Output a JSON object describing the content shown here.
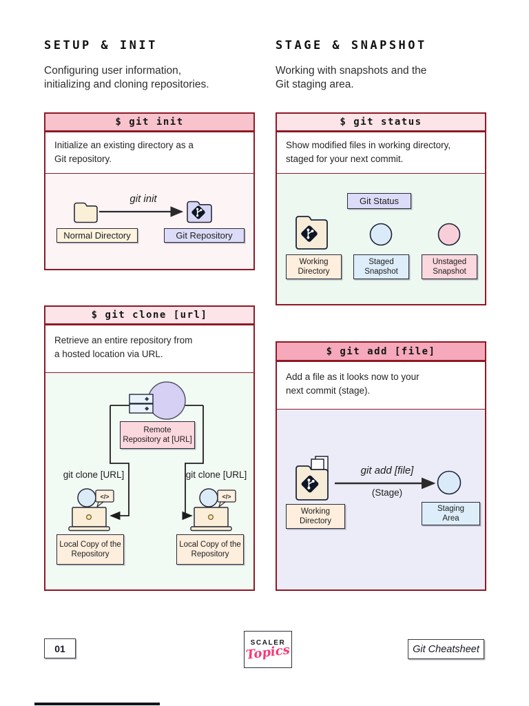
{
  "sections": {
    "setup": {
      "title": "SETUP & INIT",
      "desc1": "Configuring user information,",
      "desc2": "initializing and cloning repositories."
    },
    "stage": {
      "title": "STAGE & SNAPSHOT",
      "desc1": "Working with snapshots and the",
      "desc2": "Git staging area."
    }
  },
  "cards": {
    "init": {
      "command": "$ git init",
      "desc1": "Initialize an existing directory as a",
      "desc2": "Git repository.",
      "arrow_label": "git init",
      "source_label": "Normal Directory",
      "target_label": "Git Repository"
    },
    "status": {
      "command": "$ git status",
      "desc1": "Show modified files in working directory,",
      "desc2": "staged for your next commit.",
      "chart_label": "Git Status",
      "item1_line1": "Working",
      "item1_line2": "Directory",
      "item2_line1": "Staged",
      "item2_line2": "Snapshot",
      "item3_line1": "Unstaged",
      "item3_line2": "Snapshot"
    },
    "clone": {
      "command": "$ git clone [url]",
      "desc1": "Retrieve an entire repository from",
      "desc2": "a hosted location via URL.",
      "remote1": "Remote",
      "remote2": "Repository at [URL]",
      "arrow_left": "git clone [URL]",
      "arrow_right": "git clone [URL]",
      "bubble": "</>",
      "local_left1": "Local Copy of the",
      "local_left2": "Repository",
      "local_right1": "Local Copy of the",
      "local_right2": "Repository"
    },
    "add": {
      "command": "$ git add [file]",
      "desc1": "Add a file as it looks now to your",
      "desc2": "next commit (stage).",
      "arrow_label": "git add [file]",
      "arrow_sublabel": "(Stage)",
      "source1": "Working",
      "source2": "Directory",
      "target1": "Staging",
      "target2": "Area"
    }
  },
  "footer": {
    "page_number": "01",
    "logo_top": "SCALER",
    "logo_script": "Topics",
    "badge": "Git Cheatsheet"
  },
  "colors": {
    "card_border": "#8e1824",
    "header_pink_medium": "#f9c3ce",
    "header_pink_light": "#fce4e9",
    "header_pink_dark": "#f5a9ba",
    "diagram_init_bg": "#fdf4f6",
    "diagram_status_bg": "#ecf8f0",
    "diagram_clone_bg": "#f2faf4",
    "diagram_add_bg": "#ececf8",
    "box_cream": "#fdf3de",
    "box_lavender": "#dcdcf8",
    "box_blue": "#ddeefa",
    "box_pink": "#fbd7de",
    "logo_pink": "#f23b74"
  }
}
